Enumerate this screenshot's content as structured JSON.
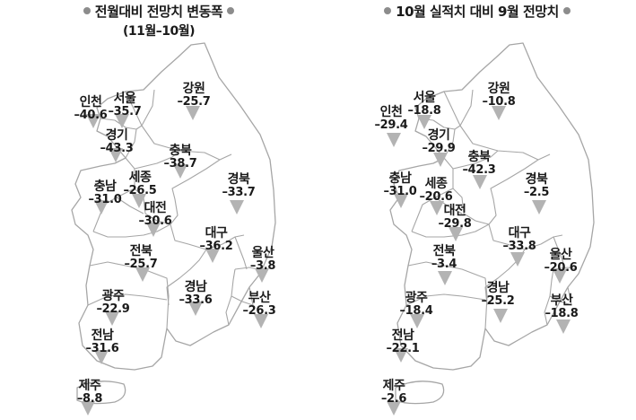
{
  "panels": [
    {
      "title": "전월대비 전망치 변동폭",
      "subtitle": "(11월–10월)",
      "regions": [
        {
          "name": "인천",
          "value": "–40.6"
        },
        {
          "name": "서울",
          "value": "–35.7"
        },
        {
          "name": "강원",
          "value": "–25.7"
        },
        {
          "name": "경기",
          "value": "–43.3"
        },
        {
          "name": "충북",
          "value": "–38.7"
        },
        {
          "name": "충남",
          "value": "–31.0"
        },
        {
          "name": "세종",
          "value": "–26.5"
        },
        {
          "name": "경북",
          "value": "–33.7"
        },
        {
          "name": "대전",
          "value": "–30.6"
        },
        {
          "name": "대구",
          "value": "–36.2"
        },
        {
          "name": "울산",
          "value": "–3.8"
        },
        {
          "name": "전북",
          "value": "–25.7"
        },
        {
          "name": "경남",
          "value": "–33.6"
        },
        {
          "name": "부산",
          "value": "–26.3"
        },
        {
          "name": "광주",
          "value": "–22.9"
        },
        {
          "name": "전남",
          "value": "–31.6"
        },
        {
          "name": "제주",
          "value": "–8.8"
        }
      ]
    },
    {
      "title": "10월 실적치 대비 9월 전망치",
      "subtitle": "",
      "regions": [
        {
          "name": "인천",
          "value": "–29.4"
        },
        {
          "name": "서울",
          "value": "–18.8"
        },
        {
          "name": "강원",
          "value": "–10.8"
        },
        {
          "name": "경기",
          "value": "–29.9"
        },
        {
          "name": "충북",
          "value": "–42.3"
        },
        {
          "name": "충남",
          "value": "–31.0"
        },
        {
          "name": "세종",
          "value": "–20.6"
        },
        {
          "name": "경북",
          "value": "–2.5"
        },
        {
          "name": "대전",
          "value": "–29.8"
        },
        {
          "name": "대구",
          "value": "–33.8"
        },
        {
          "name": "울산",
          "value": "–20.6"
        },
        {
          "name": "전북",
          "value": "–3.4"
        },
        {
          "name": "경남",
          "value": "–25.2"
        },
        {
          "name": "부산",
          "value": "–18.8"
        },
        {
          "name": "광주",
          "value": "–18.4"
        },
        {
          "name": "전남",
          "value": "–22.1"
        },
        {
          "name": "제주",
          "value": "–2.6"
        }
      ]
    }
  ]
}
